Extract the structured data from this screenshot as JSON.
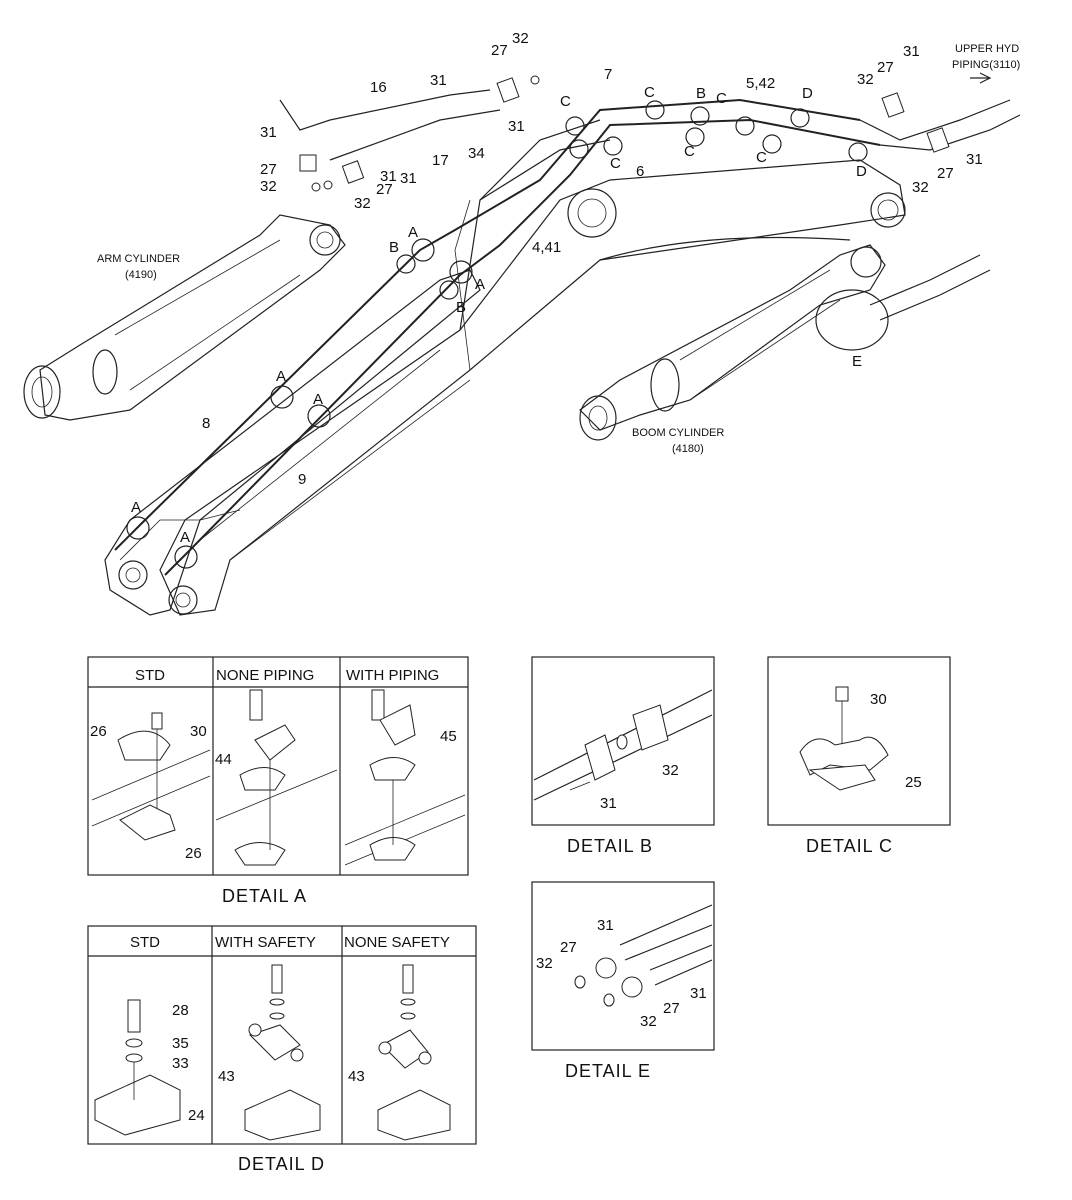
{
  "main_labels": {
    "arm_cylinder": [
      "ARM CYLINDER",
      "(4190)"
    ],
    "boom_cylinder": [
      "BOOM CYLINDER",
      "(4180)"
    ],
    "upper_hyd": [
      "UPPER HYD",
      "PIPING(3110)"
    ]
  },
  "callouts": [
    {
      "t": "32"
    },
    {
      "t": "27"
    },
    {
      "t": "31"
    },
    {
      "t": "31"
    },
    {
      "t": "16"
    },
    {
      "t": "7"
    },
    {
      "t": "C"
    },
    {
      "t": "C"
    },
    {
      "t": "B"
    },
    {
      "t": "C"
    },
    {
      "t": "5,42"
    },
    {
      "t": "D"
    },
    {
      "t": "31"
    },
    {
      "t": "32"
    },
    {
      "t": "27"
    },
    {
      "t": "31"
    },
    {
      "t": "27"
    },
    {
      "t": "32"
    },
    {
      "t": "17"
    },
    {
      "t": "34"
    },
    {
      "t": "31"
    },
    {
      "t": "27"
    },
    {
      "t": "32"
    },
    {
      "t": "C"
    },
    {
      "t": "6"
    },
    {
      "t": "C"
    },
    {
      "t": "C"
    },
    {
      "t": "D"
    },
    {
      "t": "27"
    },
    {
      "t": "31"
    },
    {
      "t": "32"
    },
    {
      "t": "A"
    },
    {
      "t": "B"
    },
    {
      "t": "4,41"
    },
    {
      "t": "A"
    },
    {
      "t": "B"
    },
    {
      "t": "E"
    },
    {
      "t": "A"
    },
    {
      "t": "A"
    },
    {
      "t": "8"
    },
    {
      "t": "9"
    },
    {
      "t": "A"
    },
    {
      "t": "A"
    },
    {
      "t": "31"
    }
  ],
  "detail_a": {
    "headers": [
      "STD",
      "NONE PIPING",
      "WITH PIPING"
    ],
    "callouts": [
      "26",
      "30",
      "26",
      "44",
      "45"
    ],
    "caption": "DETAIL  A"
  },
  "detail_b": {
    "callouts": [
      "32",
      "31"
    ],
    "caption": "DETAIL  B"
  },
  "detail_c": {
    "callouts": [
      "30",
      "25"
    ],
    "caption": "DETAIL  C"
  },
  "detail_d": {
    "headers": [
      "STD",
      "WITH SAFETY",
      "NONE SAFETY"
    ],
    "callouts": [
      "28",
      "35",
      "33",
      "24",
      "43",
      "43"
    ],
    "caption": "DETAIL  D"
  },
  "detail_e": {
    "callouts": [
      "31",
      "27",
      "32",
      "31",
      "27",
      "32"
    ],
    "caption": "DETAIL  E"
  }
}
